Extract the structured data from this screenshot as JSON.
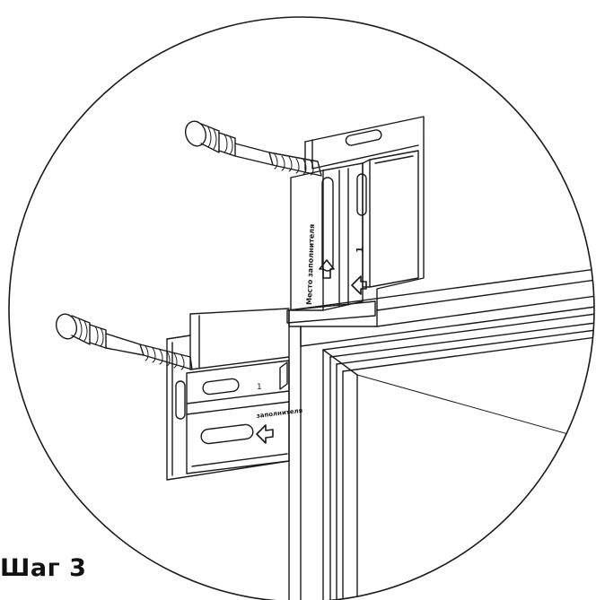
{
  "caption": {
    "step_label": "Шаг 3"
  },
  "bracket_text": {
    "vertical_upper": "Место заполнителя",
    "vertical_number": "1",
    "horizontal_number": "1",
    "horizontal_lower": "заполнителя"
  },
  "colors": {
    "line": "#1a1a1a",
    "background": "#ffffff"
  },
  "icons": [
    "wall-plug-anchor-icon",
    "arrow-up-icon",
    "arrow-left-icon"
  ]
}
